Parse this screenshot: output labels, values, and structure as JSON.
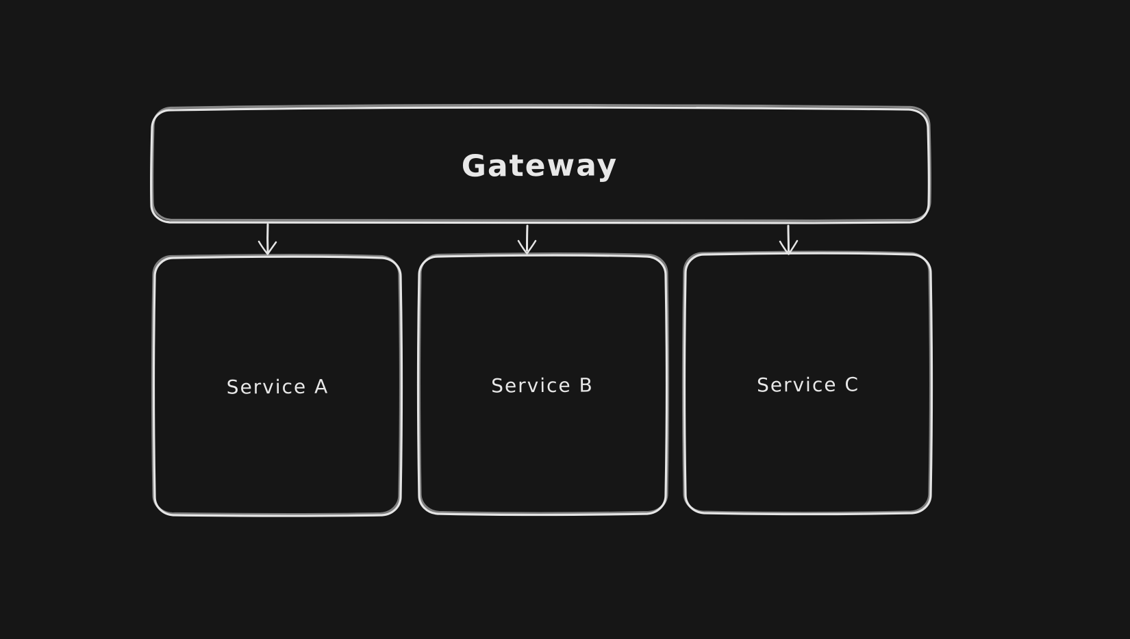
{
  "canvas": {
    "background_color": "#161616",
    "stroke_color": "#e5e5e5",
    "text_color": "#e8e8e8"
  },
  "diagram": {
    "gateway": {
      "label": "Gateway"
    },
    "services": [
      {
        "label": "Service A"
      },
      {
        "label": "Service B"
      },
      {
        "label": "Service C"
      }
    ],
    "connections": [
      {
        "from": "Gateway",
        "to": "Service A"
      },
      {
        "from": "Gateway",
        "to": "Service B"
      },
      {
        "from": "Gateway",
        "to": "Service C"
      }
    ]
  }
}
